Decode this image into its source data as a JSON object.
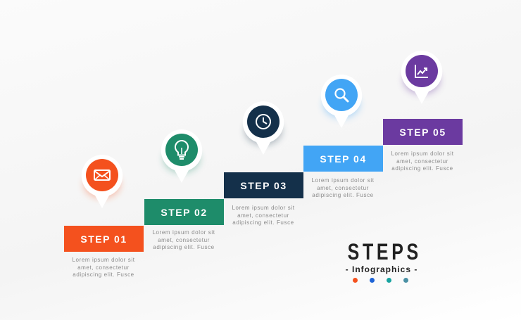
{
  "steps": [
    {
      "label": "STEP 01",
      "color": "#f4511e",
      "icon": "envelope-icon",
      "desc": [
        "Lorem ipsum dolor sit",
        "amet, consectetur",
        "adipiscing elit. Fusce"
      ]
    },
    {
      "label": "STEP 02",
      "color": "#1e8c6a",
      "icon": "lightbulb-icon",
      "desc": [
        "Lorem ipsum dolor sit",
        "amet, consectetur",
        "adipiscing elit. Fusce"
      ]
    },
    {
      "label": "STEP 03",
      "color": "#14304a",
      "icon": "clock-icon",
      "desc": [
        "Lorem ipsum dolor sit",
        "amet, consectetur",
        "adipiscing elit. Fusce"
      ]
    },
    {
      "label": "STEP 04",
      "color": "#42a5f5",
      "icon": "search-icon",
      "desc": [
        "Lorem ipsum dolor sit",
        "amet, consectetur",
        "adipiscing elit. Fusce"
      ]
    },
    {
      "label": "STEP 05",
      "color": "#6b3aa0",
      "icon": "chart-growth-icon",
      "desc": [
        "Lorem ipsum dolor sit",
        "amet, consectetur",
        "adipiscing elit. Fusce"
      ]
    }
  ],
  "title": "STEPS",
  "subtitle": "- Infographics -",
  "dots": [
    "#f4511e",
    "#1e63d6",
    "#17a3a0",
    "#4a90a4"
  ]
}
